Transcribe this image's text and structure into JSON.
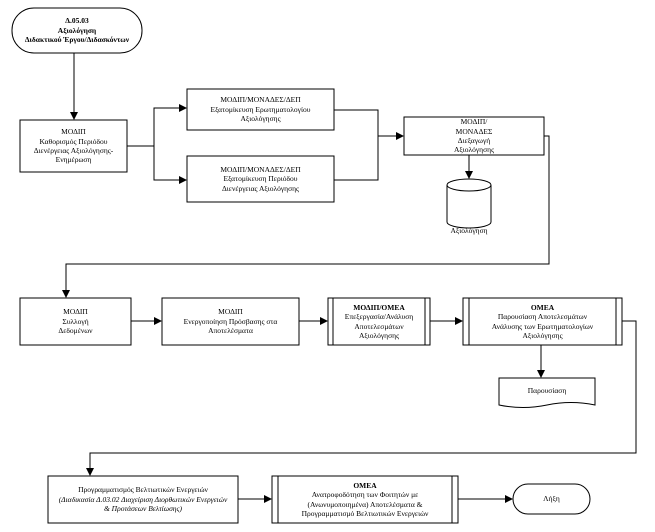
{
  "start": {
    "line1": "Δ.05.03",
    "line2": "Αξιολόγηση",
    "line3": "Διδακτικού Έργου/Διδασκόντων"
  },
  "n1": {
    "role": "ΜΟΔΙΠ",
    "text": "Καθορισμός Περιόδου Διενέργειας Αξιολόγησης- Ενημέρωση"
  },
  "n2": {
    "role": "ΜΟΔΙΠ/ΜΟΝΑΔΕΣ/ΔΕΠ",
    "text": "Εξατομίκευση Ερωτηματολογίου Αξιολόγησης"
  },
  "n3": {
    "role": "ΜΟΔΙΠ/ΜΟΝΑΔΕΣ/ΔΕΠ",
    "text": "Εξατομίκευση Περιόδου Διενέργειας Αξιολόγησης"
  },
  "n4": {
    "role": "ΜΟΔΙΠ/ΜΟΝΑΔΕΣ",
    "text": "Διεξαγωγή Αξιολόγησης"
  },
  "db": {
    "label": "Αξιολόγηση"
  },
  "n5": {
    "role": "ΜΟΔΙΠ",
    "text": "Συλλογή Δεδομένων"
  },
  "n6": {
    "role": "ΜΟΔΙΠ",
    "text": "Ενεργοποίηση Πρόσβασης στα Αποτελέσματα"
  },
  "n7": {
    "role": "ΜΟΔΙΠ/ΟΜΕΑ",
    "text": "Επεξεργασία/Ανάλυση Αποτελεσμάτων Αξιολόγησης"
  },
  "n8": {
    "role": "ΟΜΕΑ",
    "text": "Παρουσίαση Αποτελεσμάτων Ανάλυσης των Ερωτηματολογίων Αξιολόγησης"
  },
  "doc": {
    "label": "Παρουσίαση"
  },
  "n9": {
    "text": "Προγραμματισμός Βελτιωτικών Ενεργειών",
    "note": "(Διαδικασία Δ.03.02 Διαχείριση Διορθωτικών Ενεργειών & Προτάσεων Βελτίωσης)"
  },
  "n10": {
    "role": "ΟΜΕΑ",
    "text": "Ανατροφοδότηση των Φοιτητών με (Ανωνυμοποιημένα) Αποτελέσματα & Προγραμματισμό Βελτιωτικών Ενεργειών"
  },
  "end": {
    "label": "Λήξη"
  }
}
